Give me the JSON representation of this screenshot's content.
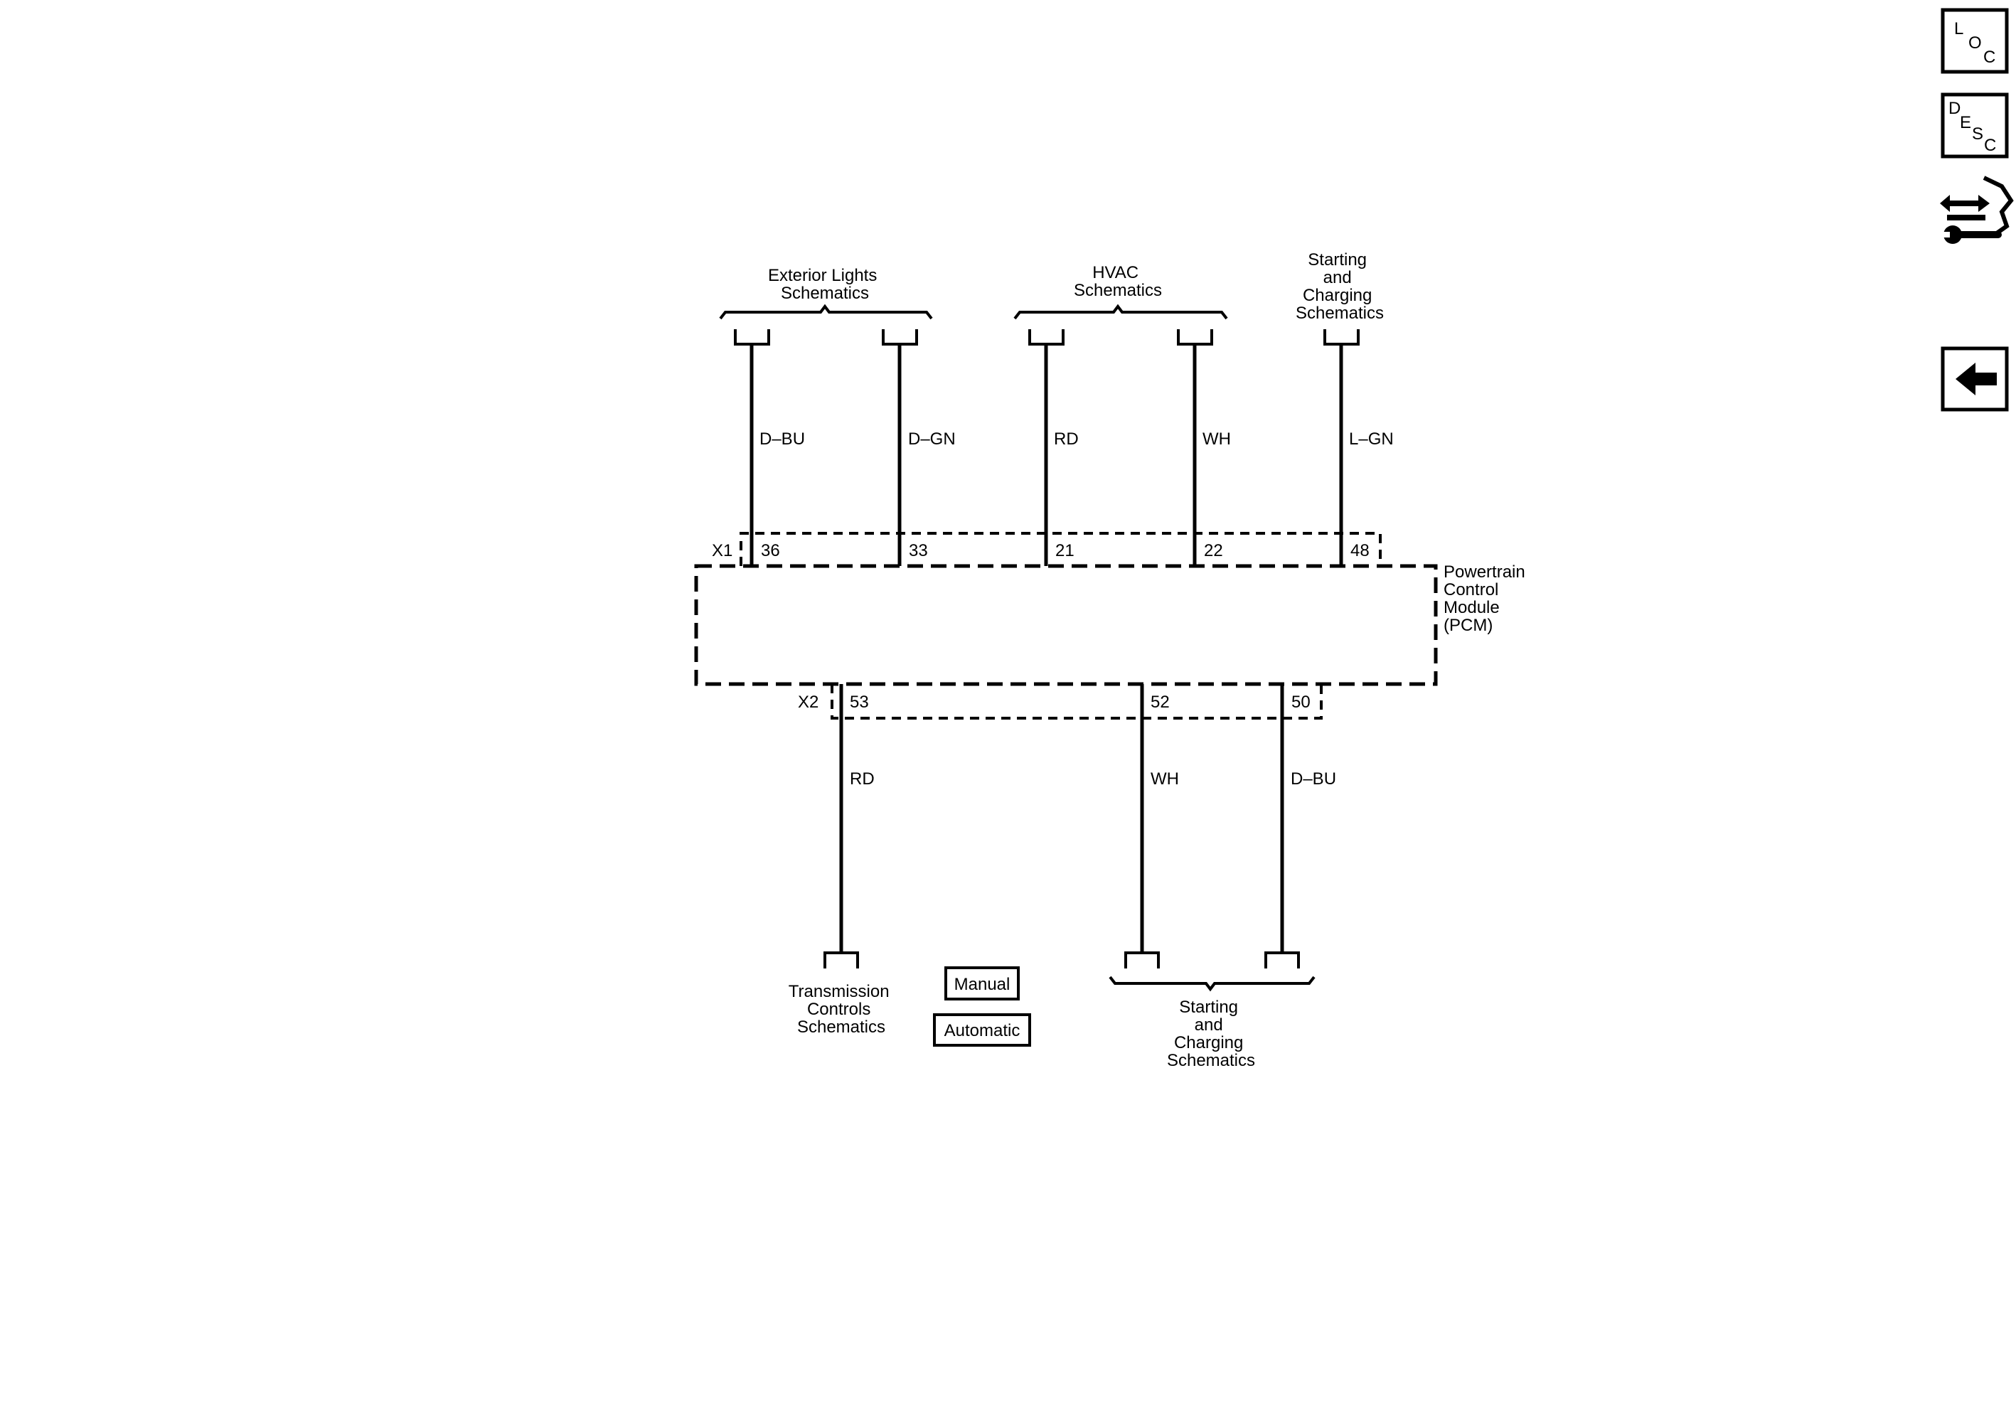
{
  "groups": {
    "exterior_lights": [
      "Exterior Lights",
      "Schematics"
    ],
    "hvac": [
      "HVAC",
      "Schematics"
    ],
    "starting_top": [
      "Starting",
      "and",
      "Charging",
      "Schematics"
    ],
    "starting_bottom": [
      "Starting",
      "and",
      "Charging",
      "Schematics"
    ],
    "transmission": [
      "Transmission",
      "Controls",
      "Schematics"
    ]
  },
  "module": {
    "name": [
      "Powertrain",
      "Control",
      "Module",
      "(PCM)"
    ],
    "connector_top": "X1",
    "connector_bottom": "X2"
  },
  "wires_top": [
    {
      "pin": "36",
      "color": "D–BU"
    },
    {
      "pin": "33",
      "color": "D–GN"
    },
    {
      "pin": "21",
      "color": "RD"
    },
    {
      "pin": "22",
      "color": "WH"
    },
    {
      "pin": "48",
      "color": "L–GN"
    }
  ],
  "wires_bottom": [
    {
      "pin": "53",
      "color": "RD"
    },
    {
      "pin": "52",
      "color": "WH"
    },
    {
      "pin": "50",
      "color": "D–BU"
    }
  ],
  "options": {
    "manual": "Manual",
    "automatic": "Automatic"
  },
  "nav": {
    "loc": {
      "l": "L",
      "o": "O",
      "c": "C"
    },
    "desc": {
      "d": "D",
      "e": "E",
      "s": "S",
      "c": "C"
    }
  }
}
